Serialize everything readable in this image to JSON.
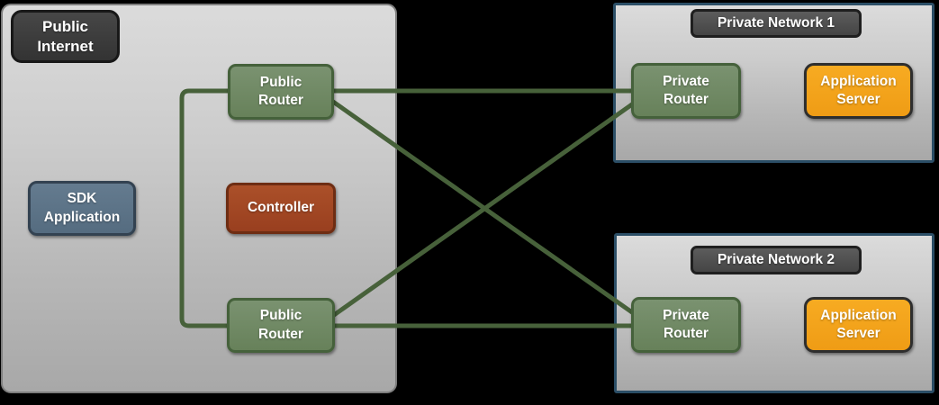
{
  "canvas": {
    "background": "#000000"
  },
  "colors": {
    "zone_fill_top": "#dbdbdb",
    "zone_fill_bottom": "#a8a8a8",
    "internet_zone_border": "#7e7e7e",
    "private_zone_border": "#2b4e66",
    "router_green": "#6f8b62",
    "router_border_green": "#45613b",
    "controller_rust": "#a34b26",
    "sdk_slate": "#5d7488",
    "server_orange": "#f2a21c",
    "badge_dark": "#3e3e3e",
    "wire_green": "#47613a",
    "label_text": "#ffffff"
  },
  "public_internet": {
    "label": "Public\nInternet",
    "sdk_application_label": "SDK\nApplication",
    "controller_label": "Controller",
    "public_router_top_label": "Public\nRouter",
    "public_router_bottom_label": "Public\nRouter"
  },
  "private_network_1": {
    "title": "Private Network 1",
    "private_router_label": "Private\nRouter",
    "application_server_label": "Application\nServer"
  },
  "private_network_2": {
    "title": "Private Network 2",
    "private_router_label": "Private\nRouter",
    "application_server_label": "Application\nServer"
  },
  "connections": [
    {
      "from": "public-router-top",
      "to": "public-router-bottom",
      "shape": "left-bracket"
    },
    {
      "from": "public-router-top",
      "to": "private-router-1",
      "shape": "horizontal"
    },
    {
      "from": "public-router-top",
      "to": "private-router-2",
      "shape": "diagonal"
    },
    {
      "from": "public-router-bottom",
      "to": "private-router-1",
      "shape": "diagonal"
    },
    {
      "from": "public-router-bottom",
      "to": "private-router-2",
      "shape": "horizontal"
    }
  ]
}
